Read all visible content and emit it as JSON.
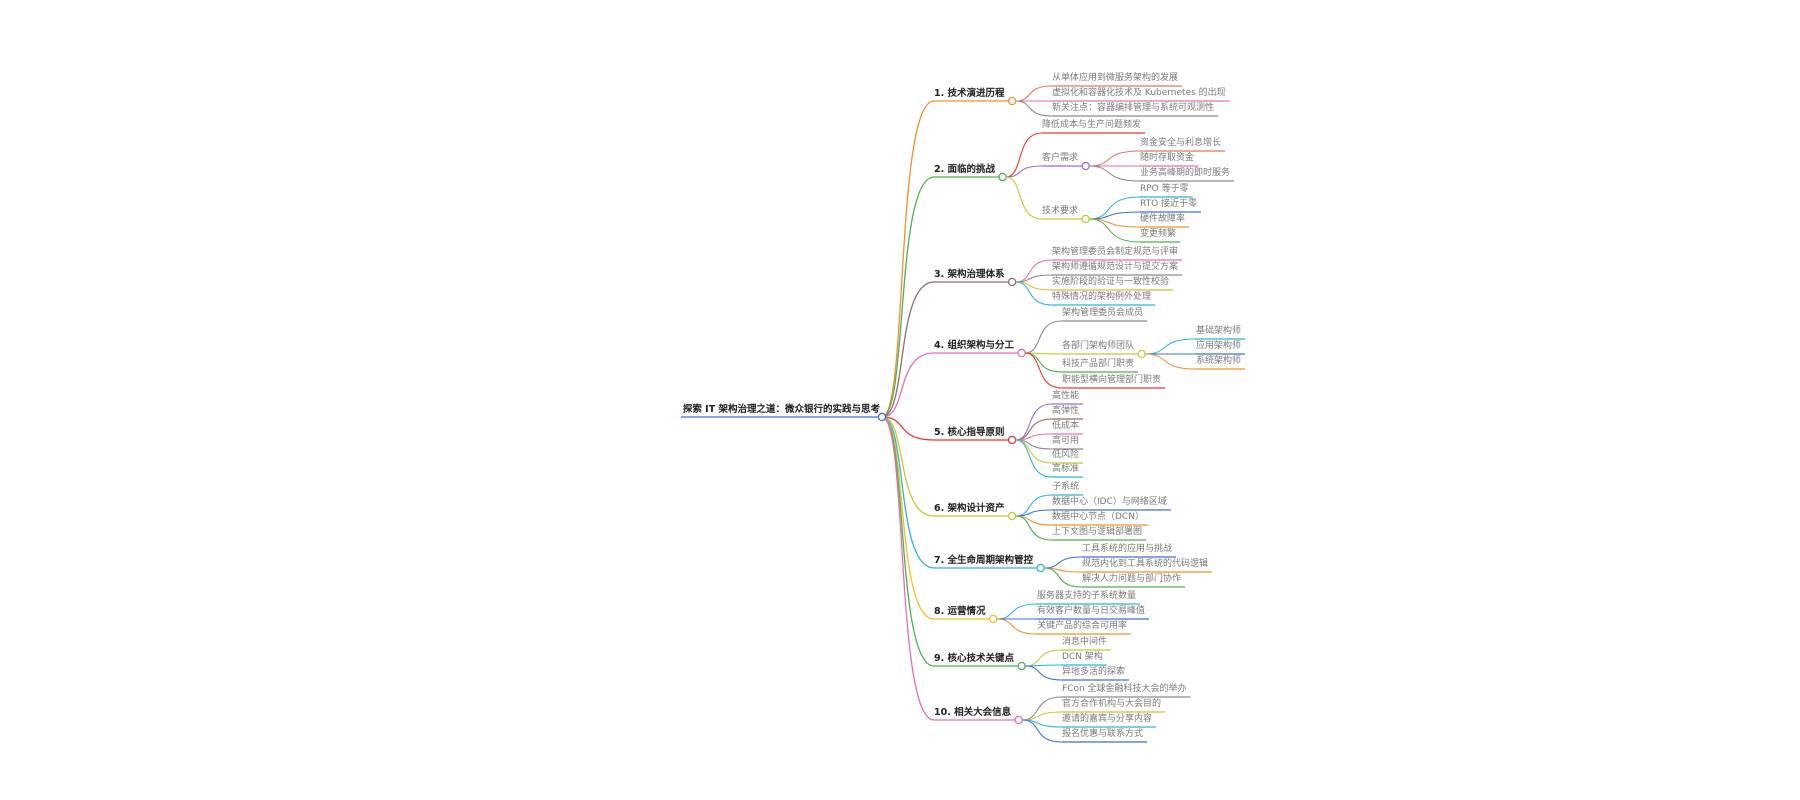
{
  "root": "探索 IT 架构治理之道：微众银行的实践与思考",
  "branches": [
    {
      "title": "1. 技术演进历程",
      "color": "#f0902a",
      "children": [
        {
          "text": "从单体应用到微服务架构的发展",
          "color": "#e8735a"
        },
        {
          "text": "虚拟化和容器化技术及 Kubernetes 的出现",
          "color": "#e26fb7"
        },
        {
          "text": "新关注点：容器编排管理与系统可观测性",
          "color": "#8a8a8a"
        }
      ]
    },
    {
      "title": "2. 面临的挑战",
      "color": "#4caf50",
      "children": [
        {
          "text": "降低成本与生产问题频发",
          "color": "#e53935"
        },
        {
          "text": "客户需求",
          "color": "#9c6ad6",
          "children": [
            {
              "text": "资金安全与利息增长",
              "color": "#e8735a"
            },
            {
              "text": "随时存取资金",
              "color": "#e26fb7"
            },
            {
              "text": "业务高峰期的即时服务",
              "color": "#8a8a8a"
            }
          ]
        },
        {
          "text": "技术要求",
          "color": "#c8c830",
          "children": [
            {
              "text": "RPO 等于零",
              "color": "#2bb5d8"
            },
            {
              "text": "RTO 接近于零",
              "color": "#3d6fd6"
            },
            {
              "text": "硬件故障率",
              "color": "#f0902a"
            },
            {
              "text": "变更频繁",
              "color": "#4caf50"
            }
          ]
        }
      ]
    },
    {
      "title": "3. 架构治理体系",
      "color": "#8d6e63",
      "children": [
        {
          "text": "架构管理委员会制定规范与评审",
          "color": "#e26fb7"
        },
        {
          "text": "架构师遵循规范设计与提交方案",
          "color": "#8a8a8a"
        },
        {
          "text": "实施阶段的验证与一致性校验",
          "color": "#c8c830"
        },
        {
          "text": "特殊情况的架构例外处理",
          "color": "#2bb5d8"
        }
      ]
    },
    {
      "title": "4. 组织架构与分工",
      "color": "#e26fb7",
      "children": [
        {
          "text": "架构管理委员会成员",
          "color": "#8a8a8a"
        },
        {
          "text": "各部门架构师团队",
          "color": "#c8c830",
          "children": [
            {
              "text": "基础架构师",
              "color": "#2bb5d8"
            },
            {
              "text": "应用架构师",
              "color": "#3d6fd6"
            },
            {
              "text": "系统架构师",
              "color": "#f0902a"
            }
          ]
        },
        {
          "text": "科技产品部门职责",
          "color": "#4caf50"
        },
        {
          "text": "职能型横向管理部门职责",
          "color": "#e53935"
        }
      ]
    },
    {
      "title": "5. 核心指导原则",
      "color": "#e53935",
      "children": [
        {
          "text": "高性能",
          "color": "#9c6ad6"
        },
        {
          "text": "高弹性",
          "color": "#8d6e63"
        },
        {
          "text": "低成本",
          "color": "#e26fb7"
        },
        {
          "text": "高可用",
          "color": "#8a8a8a"
        },
        {
          "text": "低风险",
          "color": "#c8c830"
        },
        {
          "text": "高标准",
          "color": "#2bb5d8"
        }
      ]
    },
    {
      "title": "6. 架构设计资产",
      "color": "#c8c830",
      "children": [
        {
          "text": "子系统",
          "color": "#2bb5d8"
        },
        {
          "text": "数据中心（IDC）与网络区域",
          "color": "#3d6fd6"
        },
        {
          "text": "数据中心节点（DCN）",
          "color": "#f0902a"
        },
        {
          "text": "上下文图与逻辑部署图",
          "color": "#4caf50"
        }
      ]
    },
    {
      "title": "7. 全生命周期架构管控",
      "color": "#2bb5d8",
      "children": [
        {
          "text": "工具系统的应用与挑战",
          "color": "#3d6fd6"
        },
        {
          "text": "规范内化到工具系统的代码逻辑",
          "color": "#f0902a"
        },
        {
          "text": "解决人力问题与部门协作",
          "color": "#4caf50"
        }
      ]
    },
    {
      "title": "8. 运营情况",
      "color": "#f0c020",
      "children": [
        {
          "text": "服务器支持的子系统数量",
          "color": "#2bb5d8"
        },
        {
          "text": "有效客户数量与日交易峰值",
          "color": "#3d6fd6"
        },
        {
          "text": "关键产品的综合可用率",
          "color": "#f0902a"
        }
      ]
    },
    {
      "title": "9. 核心技术关键点",
      "color": "#4caf50",
      "children": [
        {
          "text": "消息中间件",
          "color": "#c8c830"
        },
        {
          "text": "DCN 架构",
          "color": "#2bb5d8"
        },
        {
          "text": "异地多活的探索",
          "color": "#3d6fd6"
        }
      ]
    },
    {
      "title": "10. 相关大会信息",
      "color": "#e26fb7",
      "children": [
        {
          "text": "FCon 全球金融科技大会的举办",
          "color": "#8a8a8a"
        },
        {
          "text": "官方合作机构与大会目的",
          "color": "#c8c830"
        },
        {
          "text": "邀请的嘉宾与分享内容",
          "color": "#2bb5d8"
        },
        {
          "text": "报名优惠与联系方式",
          "color": "#3d6fd6"
        }
      ]
    }
  ]
}
